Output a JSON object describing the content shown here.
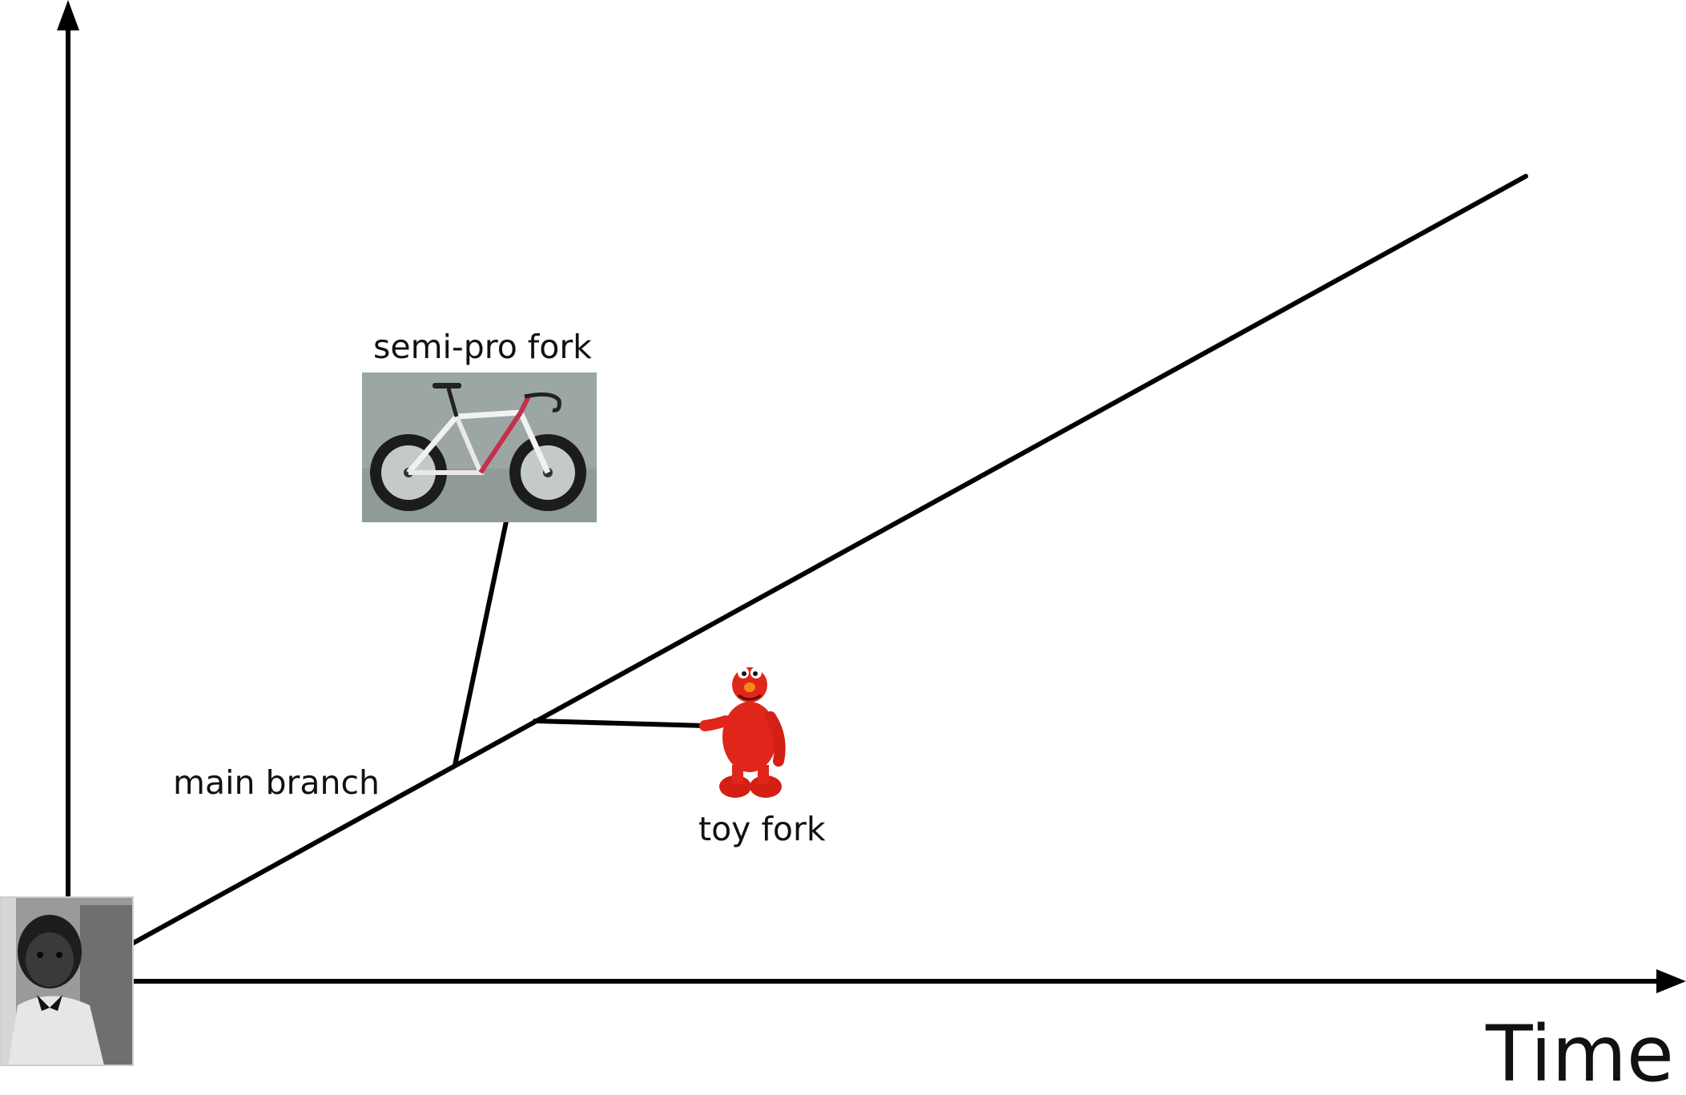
{
  "labels": {
    "semi_pro_fork": "semi-pro fork",
    "main_branch": "main branch",
    "toy_fork": "toy fork",
    "x_axis": "Time"
  },
  "images": {
    "start": "baby-photo",
    "semi_pro_fork": "road-bicycle",
    "toy_fork": "red-plush-toy"
  },
  "colors": {
    "line": "#000000",
    "background": "#ffffff",
    "toy": "#e0261b",
    "bike_background": "#8f9a99"
  }
}
